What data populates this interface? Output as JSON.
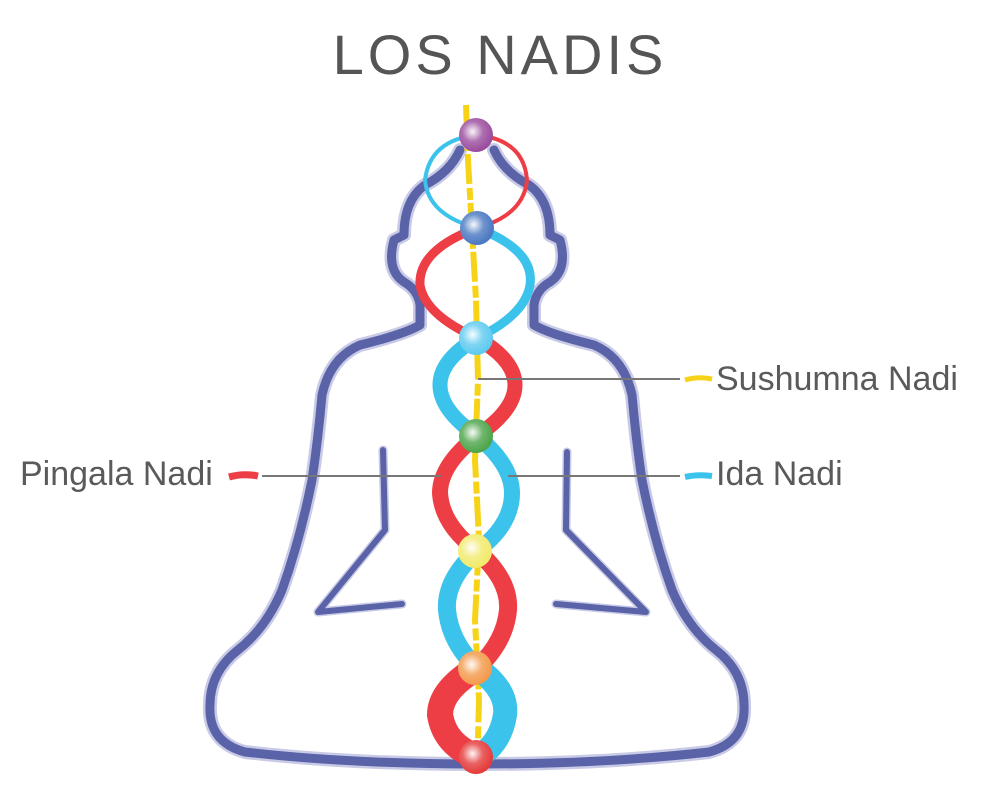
{
  "title": "LOS NADIS",
  "labels": {
    "sushumna": "Sushumna Nadi",
    "ida": "Ida Nadi",
    "pingala": "Pingala Nadi"
  },
  "colors": {
    "outline": "#5a63a8",
    "sushumna": "#f7d317",
    "ida": "#3cc3ec",
    "pingala": "#ee3e45",
    "chakras": [
      "#9a4c9e",
      "#4a78c2",
      "#5fcaf0",
      "#4da44a",
      "#f2ea6b",
      "#f39a4c",
      "#e53a3a"
    ]
  }
}
